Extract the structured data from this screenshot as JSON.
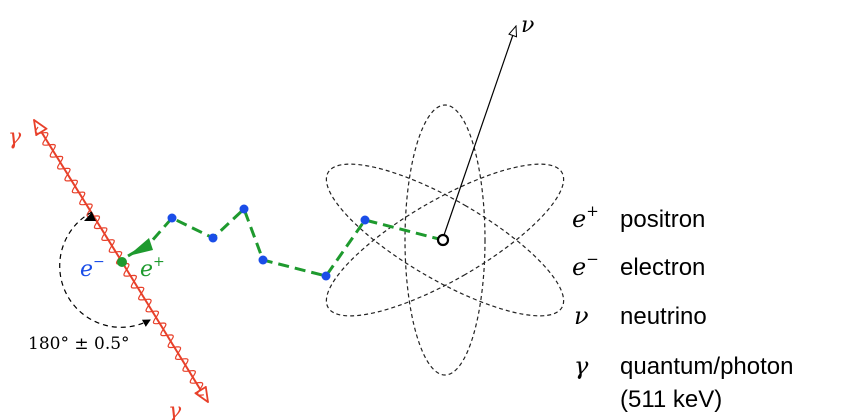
{
  "diagram": {
    "neutrino_label": "ν",
    "gamma_top_label": "γ",
    "gamma_bottom_label": "γ",
    "electron_label": "e",
    "electron_sup": "−",
    "positron_label": "e",
    "positron_sup": "+",
    "angle_label": "180° ± 0.5°"
  },
  "legend": [
    {
      "symbol": "e",
      "sup": "+",
      "text": "positron"
    },
    {
      "symbol": "e",
      "sup": "−",
      "text": "electron"
    },
    {
      "symbol": "ν",
      "sup": "",
      "text": "neutrino"
    },
    {
      "symbol": "γ",
      "sup": "",
      "text": "quantum/photon"
    }
  ],
  "legend_extra": "(511 keV)",
  "colors": {
    "photon": "#e8402a",
    "path": "#1e9a2e",
    "scatter_dot": "#1a4de8",
    "orbit": "#222222"
  }
}
